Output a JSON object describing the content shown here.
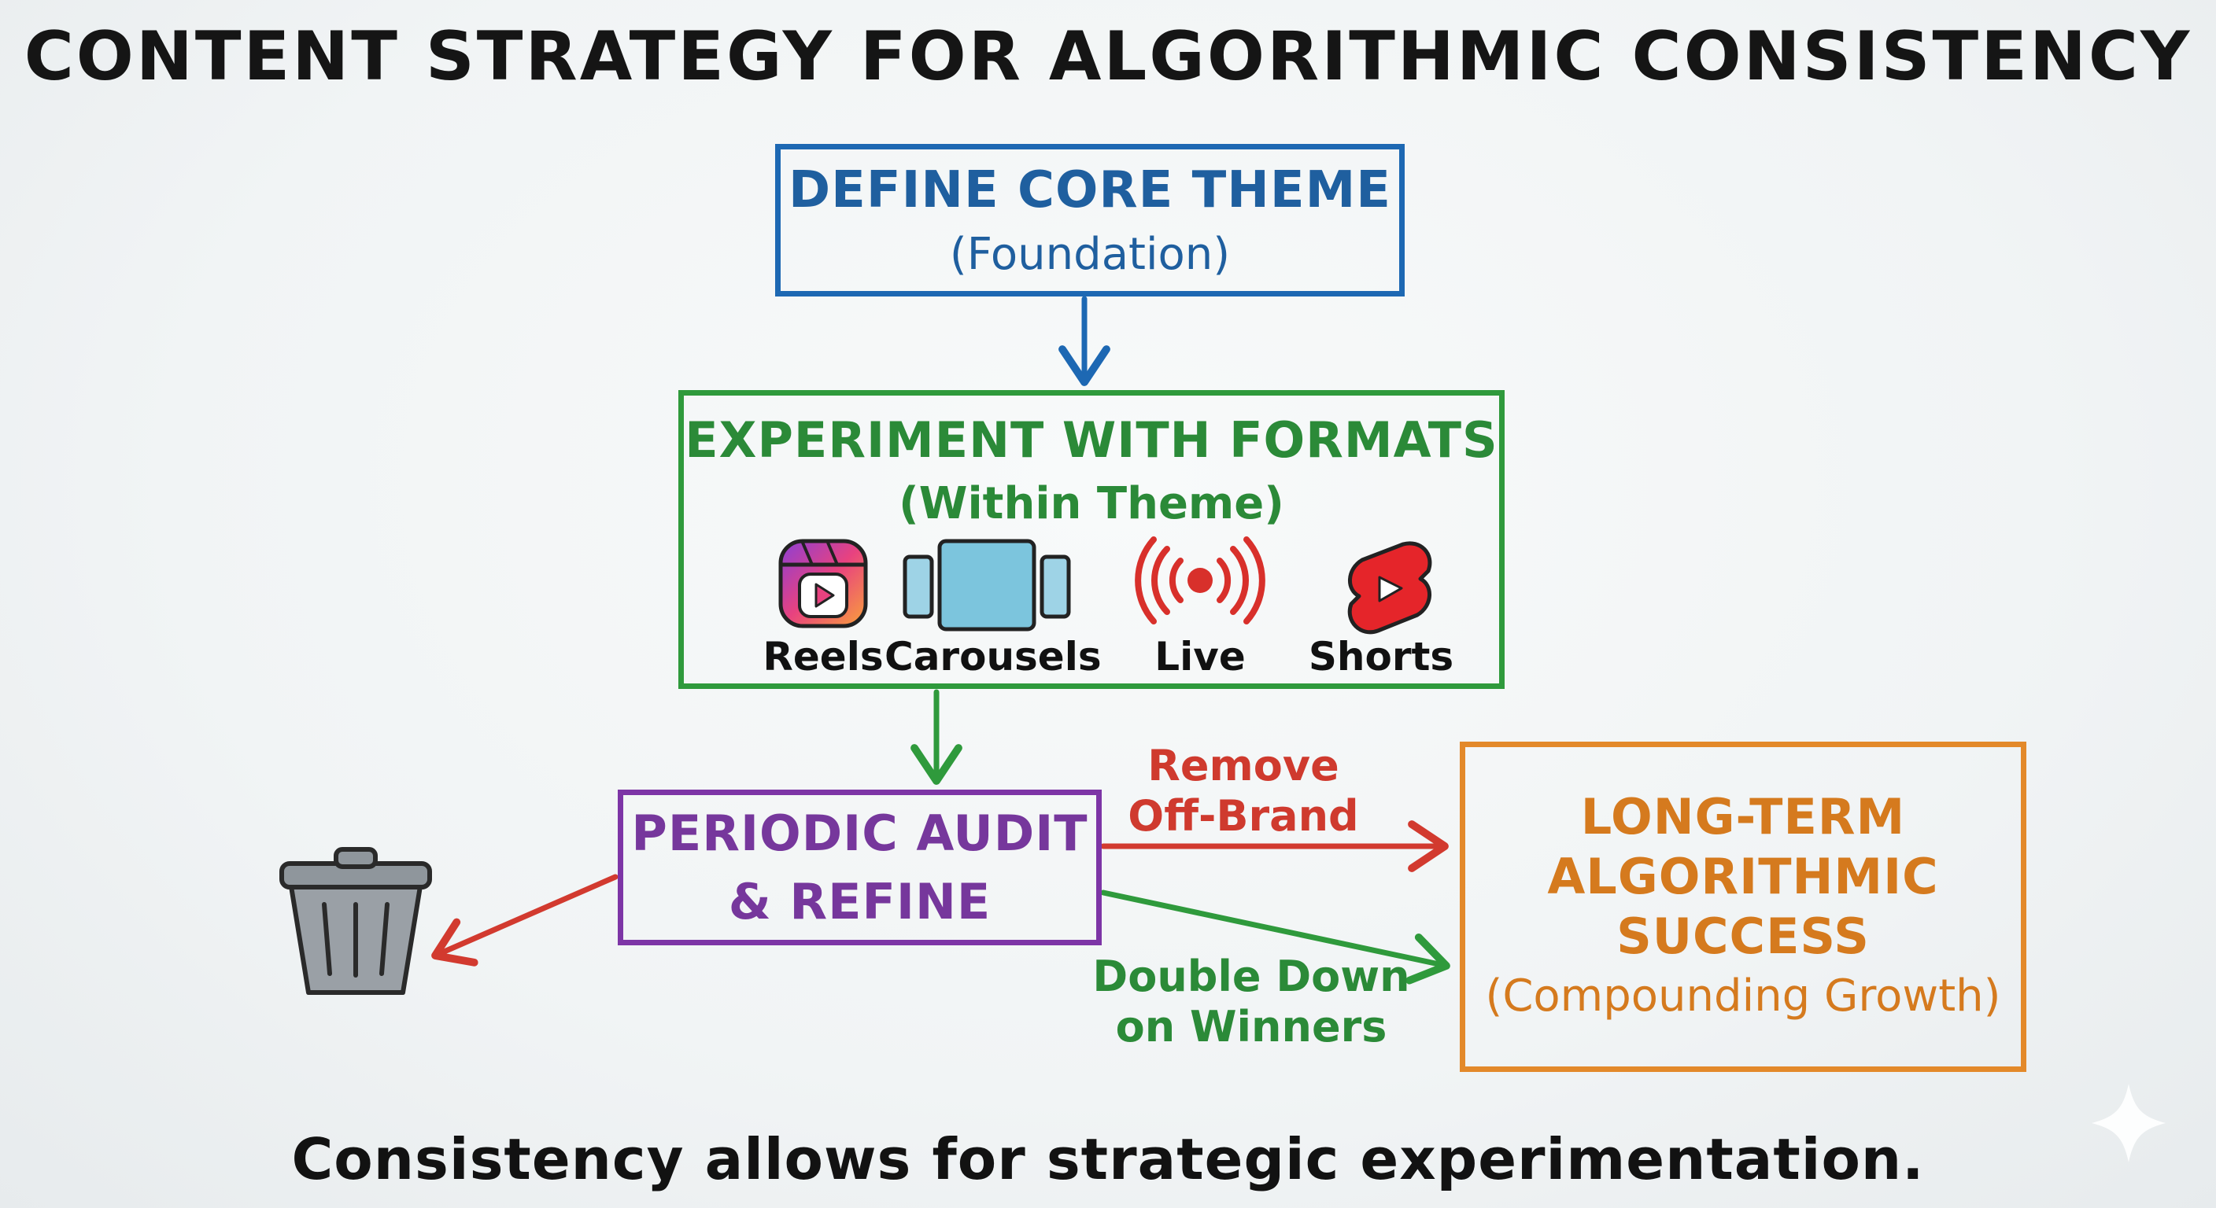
{
  "title": "CONTENT STRATEGY FOR ALGORITHMIC CONSISTENCY",
  "nodes": {
    "define": {
      "line1": "DEFINE CORE THEME",
      "line2": "(Foundation)",
      "color": "#1d68b3"
    },
    "experiment": {
      "line1": "EXPERIMENT WITH FORMATS",
      "line2": "(Within Theme)",
      "color": "#2f9a3c"
    },
    "audit": {
      "line1": "PERIODIC AUDIT",
      "line2": "& REFINE",
      "color": "#7d35a6"
    },
    "success": {
      "line1": "LONG-TERM",
      "line2": "ALGORITHMIC",
      "line3": "SUCCESS",
      "line4": "(Compounding Growth)",
      "color": "#e3892a"
    }
  },
  "formats": [
    {
      "label": "Reels",
      "icon": "reels-icon"
    },
    {
      "label": "Carousels",
      "icon": "carousel-icon"
    },
    {
      "label": "Live",
      "icon": "live-broadcast-icon"
    },
    {
      "label": "Shorts",
      "icon": "shorts-icon"
    }
  ],
  "edges": {
    "remove": {
      "line1": "Remove",
      "line2": "Off-Brand",
      "color": "#d23a2f"
    },
    "double": {
      "line1": "Double Down",
      "line2": "on Winners",
      "color": "#2f9a3c"
    }
  },
  "icons": {
    "discard": "trash-can-icon",
    "watermark": "sparkle-icon"
  },
  "caption": "Consistency allows for strategic experimentation."
}
